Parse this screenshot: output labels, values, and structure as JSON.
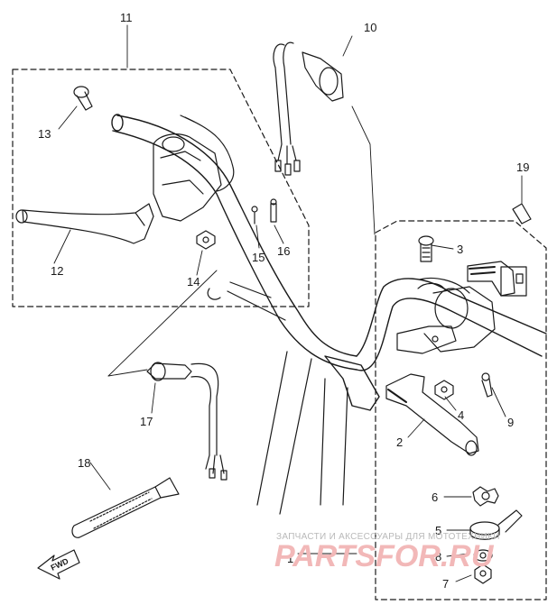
{
  "diagram": {
    "callouts": [
      "1",
      "2",
      "3",
      "4",
      "5",
      "6",
      "7",
      "8",
      "9",
      "10",
      "11",
      "12",
      "13",
      "14",
      "15",
      "16",
      "17",
      "18",
      "19"
    ],
    "direction_label": "FWD"
  },
  "watermark": {
    "caption": "ЗАПЧАСТИ И АКСЕССУАРЫ ДЛЯ МОТОТЕХНИКИ",
    "brand": "PARTSFOR.RU"
  },
  "colors": {
    "ink": "#1a1a1a",
    "paper": "#ffffff",
    "watermark_text": "#b9b9b9",
    "watermark_brand": "#f2b8b8"
  }
}
